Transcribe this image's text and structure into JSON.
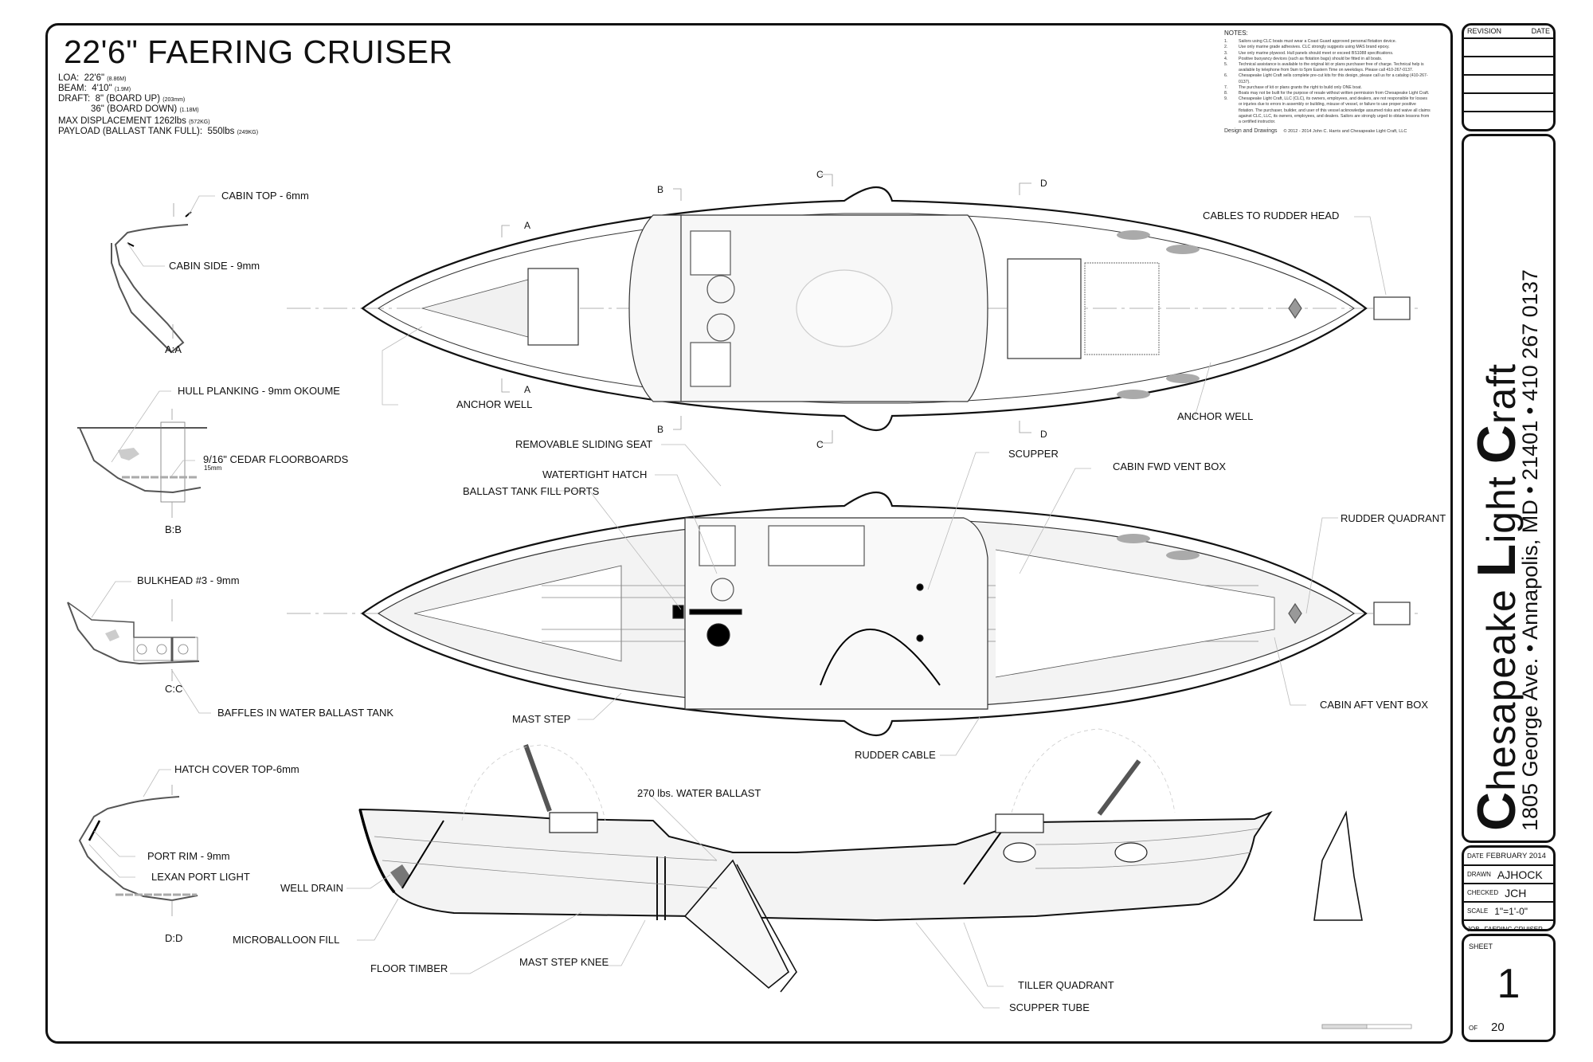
{
  "title": "22'6\" FAERING CRUISER",
  "specs": {
    "loa": {
      "label": "LOA:",
      "value": "22'6\"",
      "metric": "(8.86M)"
    },
    "beam": {
      "label": "BEAM:",
      "value": "4'10\"",
      "metric": "(1.9M)"
    },
    "draft_up": {
      "label": "DRAFT:",
      "value": "8\" (BOARD UP)",
      "metric": "(203mm)"
    },
    "draft_down": {
      "value": "36\" (BOARD DOWN)",
      "metric": "(1.18M)"
    },
    "displacement": {
      "label": "MAX DISPLACEMENT",
      "value": "1262lbs",
      "metric": "(572KG)"
    },
    "payload": {
      "label": "PAYLOAD (BALLAST TANK FULL):",
      "value": "550lbs",
      "metric": "(249KG)"
    }
  },
  "notes": {
    "heading": "NOTES:",
    "items": [
      {
        "n": "1.",
        "text": "Sailors using CLC boats must wear a Coast Guard approved personal flotation device."
      },
      {
        "n": "2.",
        "text": "Use only marine grade adhesives.  CLC strongly suggests using MAS brand epoxy."
      },
      {
        "n": "3.",
        "text": "Use  only marine plywood.  Hull panels should meet or exceed BS1088 specifications."
      },
      {
        "n": "4.",
        "text": "Positive buoyancy devices (such as flotation bags) should be fitted in all boats."
      },
      {
        "n": "5.",
        "text": "Technical assistance is available to the original kit or plans purchaser free of charge.  Technical help is available by telephone from 9am to 5pm Eastern Time on weekdays.  Please call 410-267-0137."
      },
      {
        "n": "6.",
        "text": "Chesapeake Light Craft sells complete pre-cut kits for this design, please call us for a catalog (410-267-0137)."
      },
      {
        "n": "7.",
        "text": "The purchase of kit or plans grants the right to build only ONE boat."
      },
      {
        "n": "8.",
        "text": "Boats may not be built for the purpose of resale without written permission from Chesapeake Light Craft."
      },
      {
        "n": "9.",
        "text": "Chesapeake Light Craft, LLC (CLC), its owners, employees, and dealers, are not responsible for losses or injuries due to errors in assembly or building, misuse of vessel, or failure to use proper positive flotation. The purchaser, builder, and user of this vessel acknowledge assumed risks and waive all claims against CLC, LLC, its owners, employees, and dealers.  Sailors are strongly urged to obtain lessons from a certified instructor."
      }
    ],
    "design_label": "Design and Drawings",
    "copyright": "© 2012 - 2014 John C. Harris and Chesapeake Light Craft, LLC"
  },
  "sections": {
    "aa": {
      "id": "A:A",
      "labels": [
        "CABIN TOP - 6mm",
        "CABIN SIDE - 9mm"
      ]
    },
    "bb": {
      "id": "B:B",
      "labels": [
        "HULL PLANKING - 9mm OKOUME",
        "9/16\" CEDAR FLOORBOARDS"
      ],
      "sublabel": "15mm"
    },
    "cc": {
      "id": "C:C",
      "labels": [
        "BULKHEAD #3 - 9mm",
        "BAFFLES IN WATER BALLAST TANK"
      ]
    },
    "dd": {
      "id": "D:D",
      "labels": [
        "HATCH COVER TOP-6mm",
        "PORT RIM - 9mm",
        "LEXAN PORT LIGHT"
      ]
    }
  },
  "cut_marks": {
    "a": "A",
    "b": "B",
    "c": "C",
    "d": "D"
  },
  "plan_view_labels": {
    "anchor_well_fwd": "ANCHOR WELL",
    "anchor_well_aft": "ANCHOR WELL",
    "cables_to_rudder_head": "CABLES TO RUDDER HEAD",
    "removable_sliding_seat": "REMOVABLE SLIDING SEAT"
  },
  "interior_view_labels": {
    "watertight_hatch": "WATERTIGHT HATCH",
    "ballast_fill_ports": "BALLAST TANK FILL PORTS",
    "scupper": "SCUPPER",
    "cabin_fwd_vent_box": "CABIN FWD VENT BOX",
    "rudder_quadrant": "RUDDER QUADRANT",
    "cabin_aft_vent_box": "CABIN AFT VENT BOX",
    "mast_step": "MAST STEP",
    "rudder_cable": "RUDDER CABLE"
  },
  "profile_view_labels": {
    "water_ballast": "270 lbs. WATER BALLAST",
    "well_drain": "WELL DRAIN",
    "microballoon_fill": "MICROBALLOON FILL",
    "floor_timber": "FLOOR TIMBER",
    "mast_step_knee": "MAST STEP KNEE",
    "tiller_quadrant": "TILLER QUADRANT",
    "scupper_tube": "SCUPPER TUBE"
  },
  "title_block": {
    "revision_label": "REVISION",
    "date_label": "DATE",
    "brand": {
      "c1": "C",
      "w1": "hesapeake ",
      "l": "L",
      "w2": "ight ",
      "c2": "C",
      "w3": "raft"
    },
    "address": "1805 George Ave. • Annapolis, MD • 21401 • 410 267 0137",
    "date": {
      "label": "DATE",
      "value": "FEBRUARY 2014"
    },
    "drawn": {
      "label": "DRAWN",
      "value": "AJHOCK"
    },
    "checked": {
      "label": "CHECKED",
      "value": "JCH"
    },
    "scale": {
      "label": "SCALE",
      "value": "1\"=1'-0\""
    },
    "job": {
      "label": "JOB",
      "value": "FAERING CRUISER"
    },
    "sheet": {
      "label": "SHEET",
      "number": "1",
      "of_label": "OF",
      "total": "20"
    }
  }
}
